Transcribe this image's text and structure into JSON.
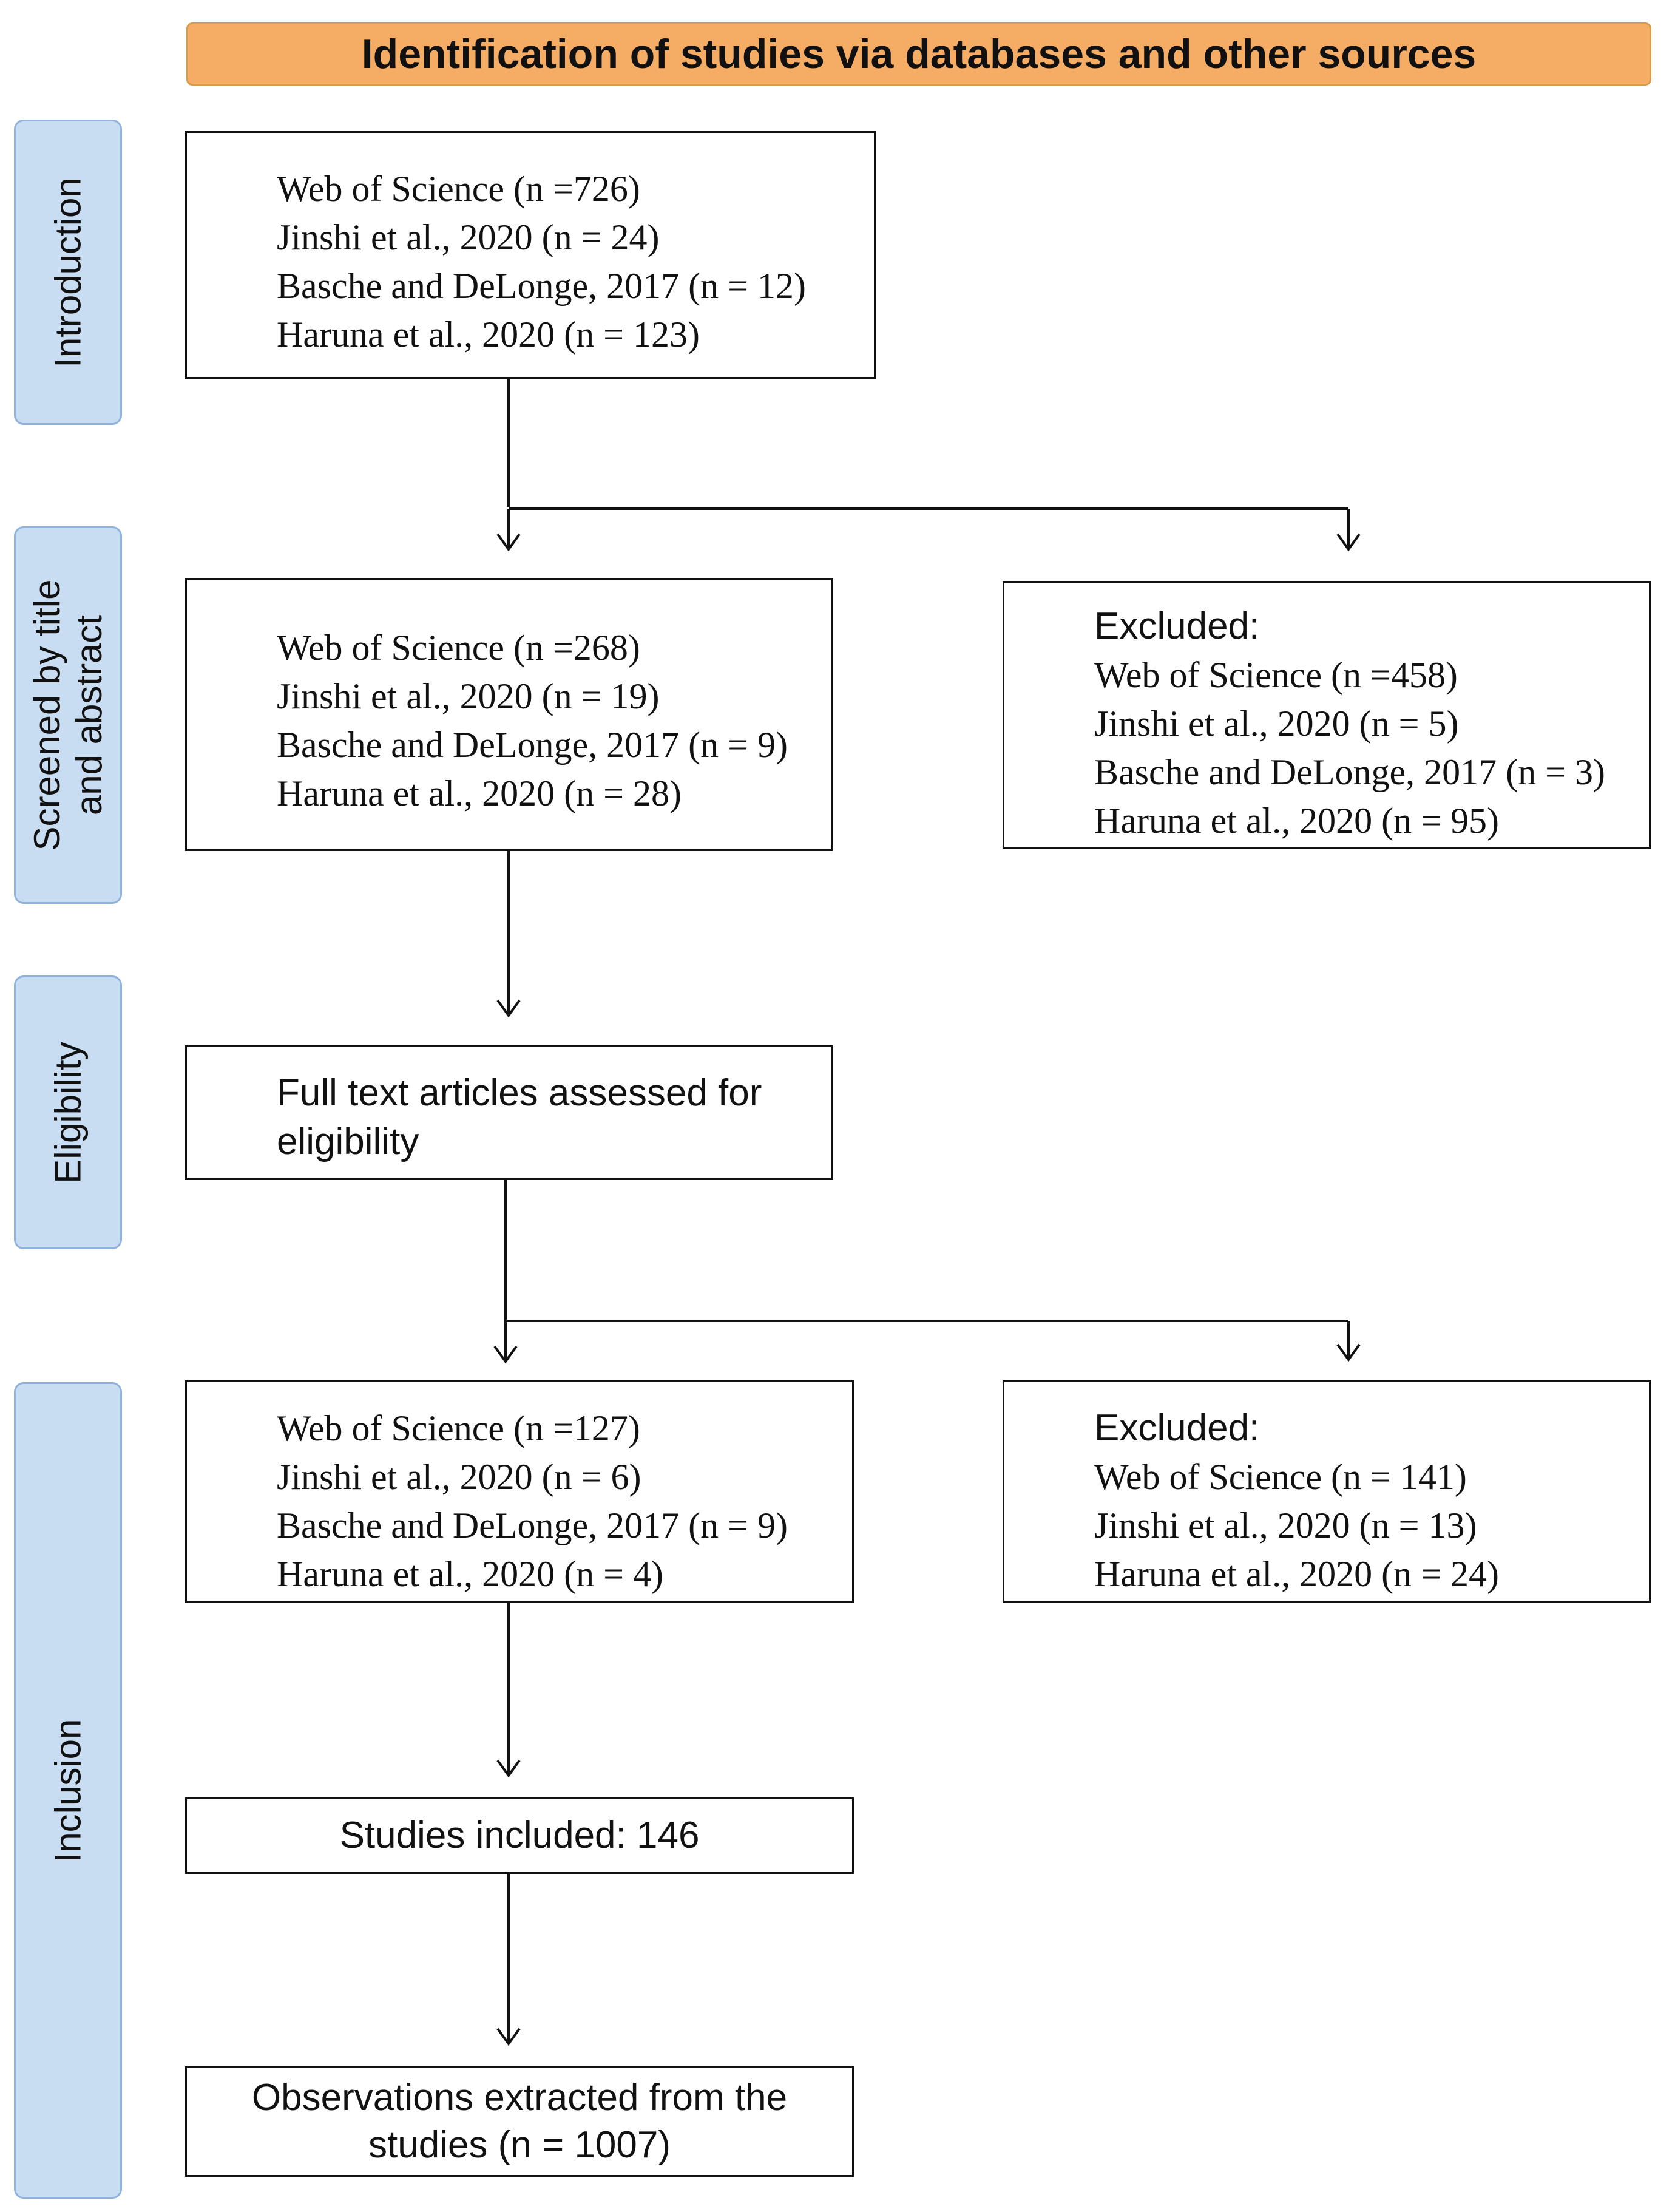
{
  "header": {
    "title": "Identification of studies via databases and other sources"
  },
  "phases": {
    "introduction": "Introduction",
    "screening_line1": "Screened by title",
    "screening_line2": "and abstract",
    "eligibility": "Eligibility",
    "inclusion": "Inclusion"
  },
  "identification_box": {
    "lines": [
      "Web of Science (n =726)",
      "Jinshi et al., 2020 (n = 24)",
      "Basche and DeLonge, 2017 (n = 12)",
      "Haruna et al., 2020 (n = 123)"
    ]
  },
  "screened_box": {
    "lines": [
      "Web of Science (n =268)",
      "Jinshi et al., 2020 (n = 19)",
      "Basche and DeLonge, 2017 (n = 9)",
      "Haruna et al., 2020 (n = 28)"
    ]
  },
  "screened_excluded_box": {
    "heading": "Excluded:",
    "lines": [
      "Web of Science (n =458)",
      "Jinshi et al., 2020 (n = 5)",
      "Basche and DeLonge, 2017 (n = 3)",
      "Haruna et al., 2020 (n = 95)"
    ]
  },
  "eligibility_box": {
    "line1": "Full text articles assessed for",
    "line2": "eligibility"
  },
  "included_box": {
    "lines": [
      "Web of Science (n =127)",
      "Jinshi et al., 2020 (n = 6)",
      "Basche and DeLonge, 2017 (n = 9)",
      "Haruna et al., 2020 (n = 4)"
    ]
  },
  "eligibility_excluded_box": {
    "heading": "Excluded:",
    "lines": [
      "Web of Science (n = 141)",
      "Jinshi et al., 2020 (n = 13)",
      "Haruna et al., 2020 (n = 24)"
    ]
  },
  "studies_included_box": {
    "text": "Studies included: 146"
  },
  "observations_box": {
    "line1": "Observations extracted from the",
    "line2": "studies (n = 1007)"
  },
  "colors": {
    "title_fill": "#f5ad66",
    "title_border": "#d99a4a",
    "phase_fill": "#c8dcf2",
    "phase_border": "#8fb2dc",
    "line": "#111111"
  }
}
